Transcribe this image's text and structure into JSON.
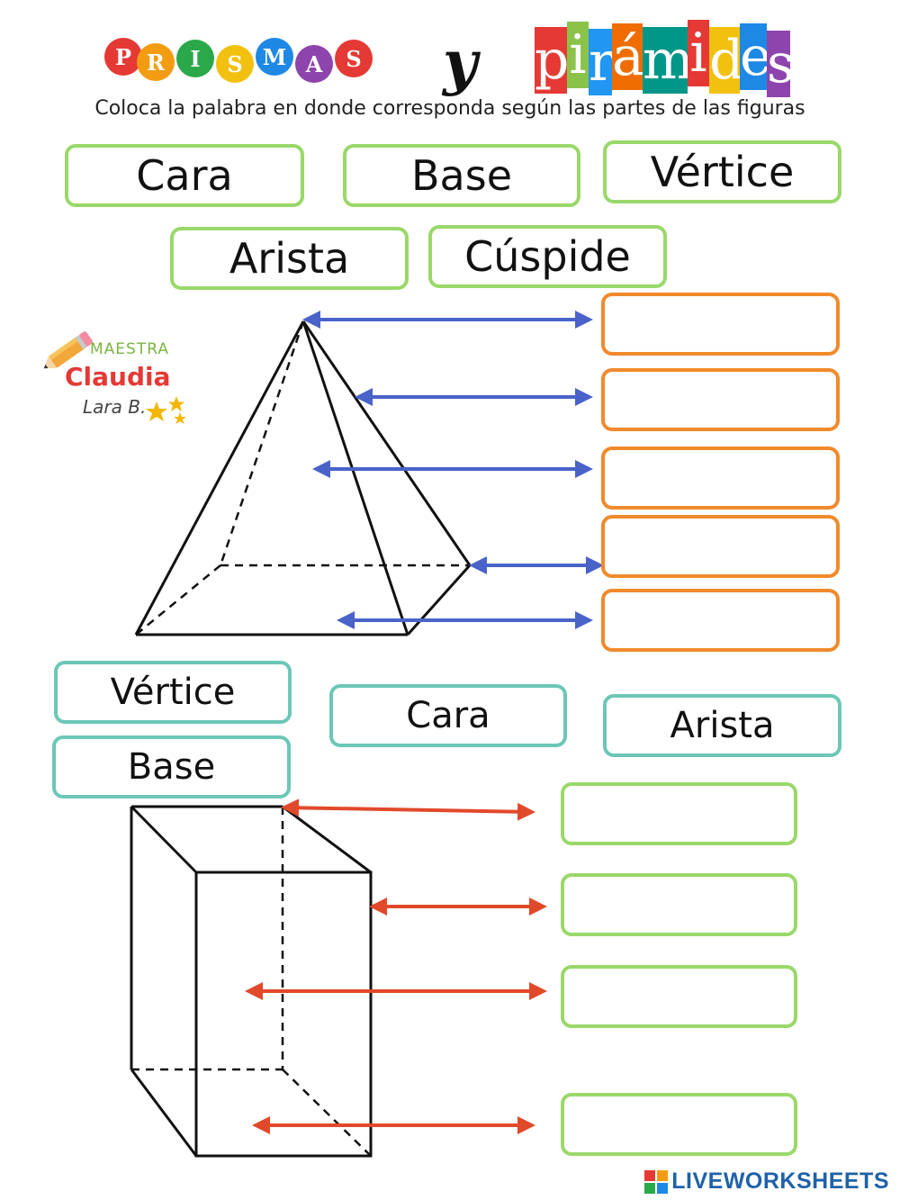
{
  "header": {
    "title_prisms": [
      "P",
      "R",
      "I",
      "S",
      "M",
      "A",
      "S"
    ],
    "title_prisms_colors": [
      "#e53935",
      "#f39c12",
      "#2aa84a",
      "#f2c10f",
      "#1e88e5",
      "#8e44ad",
      "#e53935"
    ],
    "conjunction": "y",
    "title_pyramids": [
      "p",
      "i",
      "r",
      "á",
      "m",
      "i",
      "d",
      "e",
      "s"
    ],
    "title_pyramids_colors": [
      "#e53935",
      "#8bc34a",
      "#2196f3",
      "#ef6c00",
      "#009688",
      "#e53935",
      "#f2c10f",
      "#1e88e5",
      "#8e44ad"
    ],
    "instruction": "Coloca la palabra en donde corresponda según las partes de las figuras"
  },
  "pyramid_words": [
    "Cara",
    "Base",
    "Vértice",
    "Arista",
    "Cúspide"
  ],
  "prism_words": [
    "Vértice",
    "Cara",
    "Arista",
    "Base"
  ],
  "pyramid_answers": [
    "",
    "",
    "",
    "",
    ""
  ],
  "prism_answers": [
    "",
    "",
    "",
    ""
  ],
  "logo": {
    "line1": "MAESTRA",
    "line2": "Claudia",
    "line3": "Lara B."
  },
  "footer": {
    "brand": "LIVEWORKSHEETS"
  },
  "colors": {
    "pyramid_arrow": "#4a63c9",
    "prism_arrow": "#e1492b",
    "orange_box": "#f08a2c",
    "green_box": "#9ad86a",
    "teal_box": "#6cc7b7"
  }
}
